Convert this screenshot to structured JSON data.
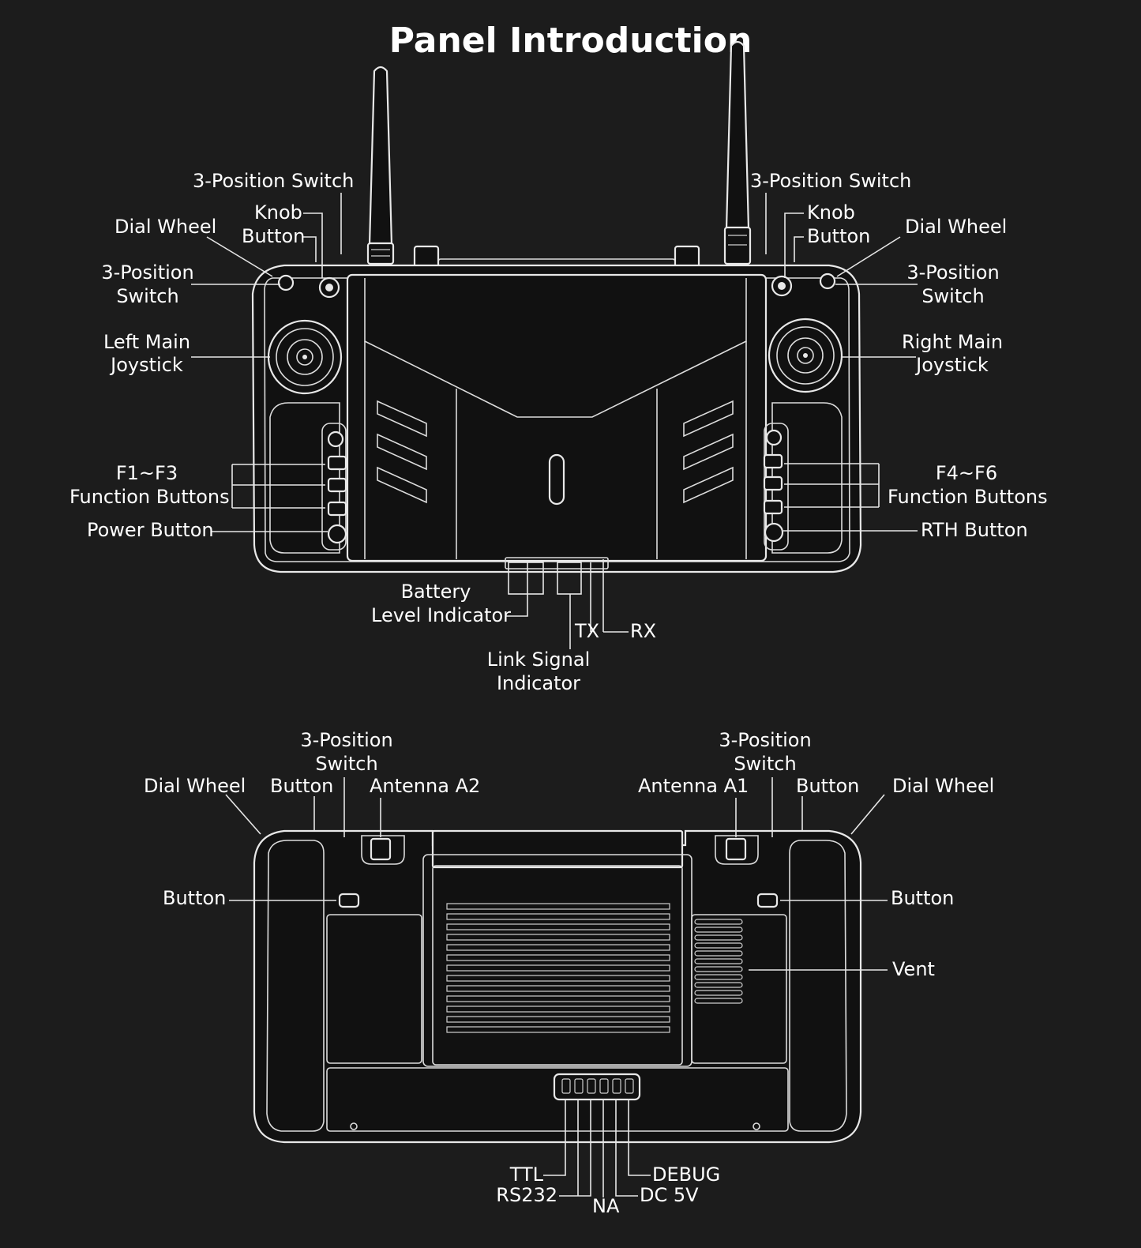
{
  "title": "Panel Introduction",
  "front": {
    "l_3pos_top": "3-Position Switch",
    "r_3pos_top": "3-Position Switch",
    "l_knob_1": "Knob",
    "l_knob_2": "Button",
    "r_knob_1": "Knob",
    "r_knob_2": "Button",
    "l_dial": "Dial Wheel",
    "r_dial": "Dial Wheel",
    "l_3pos_1": "3-Position",
    "l_3pos_2": "Switch",
    "r_3pos_1": "3-Position",
    "r_3pos_2": "Switch",
    "l_joy_1": "Left Main",
    "l_joy_2": "Joystick",
    "r_joy_1": "Right Main",
    "r_joy_2": "Joystick",
    "l_fn_1": "F1~F3",
    "l_fn_2": "Function Buttons",
    "r_fn_1": "F4~F6",
    "r_fn_2": "Function Buttons",
    "power": "Power Button",
    "rth": "RTH Button",
    "battery_1": "Battery",
    "battery_2": "Level Indicator",
    "tx": "TX",
    "rx": "RX",
    "link_1": "Link Signal",
    "link_2": "Indicator"
  },
  "back": {
    "l_3pos_1": "3-Position",
    "l_3pos_2": "Switch",
    "r_3pos_1": "3-Position",
    "r_3pos_2": "Switch",
    "l_dial": "Dial Wheel",
    "r_dial": "Dial Wheel",
    "l_button_top": "Button",
    "r_button_top": "Button",
    "antenna_a2": "Antenna A2",
    "antenna_a1": "Antenna A1",
    "l_button": "Button",
    "r_button": "Button",
    "vent": "Vent",
    "ttl": "TTL",
    "rs232": "RS232",
    "na": "NA",
    "dc5v": "DC 5V",
    "debug": "DEBUG"
  }
}
